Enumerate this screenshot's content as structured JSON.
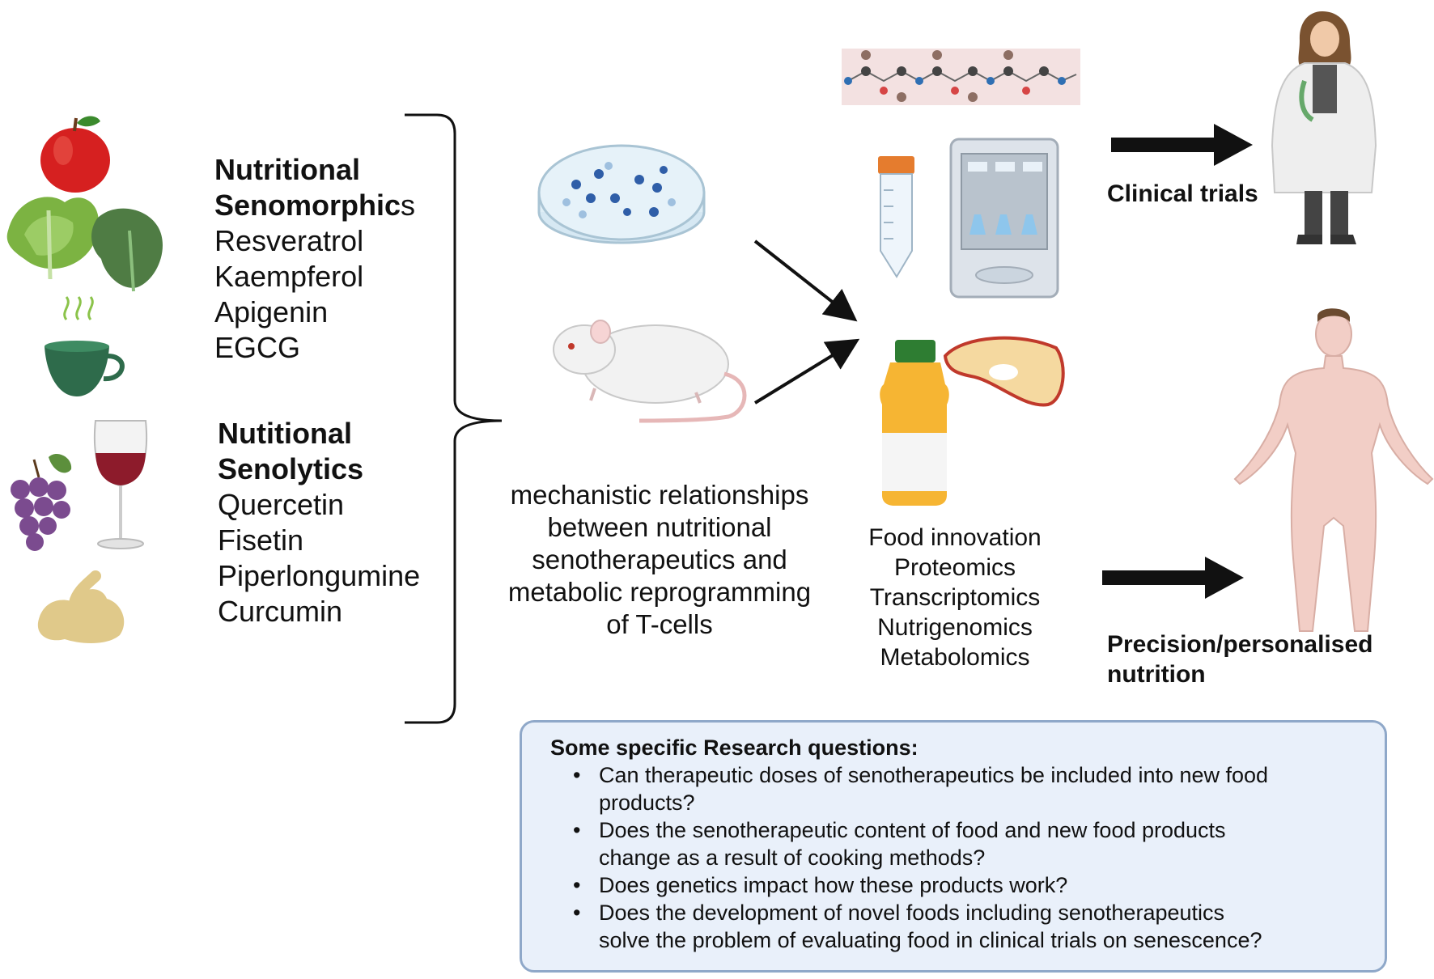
{
  "groups": {
    "senomorphics": {
      "heading_line1": "Nutritional",
      "heading_line2_bold": "Senomorphic",
      "heading_line2_regular": "s",
      "compounds": [
        "Resveratrol",
        "Kaempferol",
        "Apigenin",
        "EGCG"
      ]
    },
    "senolytics": {
      "heading_line1": "Nutitional",
      "heading_line2": "Senolytics",
      "compounds": [
        "Quercetin",
        "Fisetin",
        "Piperlongumine",
        "Curcumin"
      ]
    }
  },
  "mechanistic_text": [
    "mechanistic relationships",
    "between nutritional",
    "senotherapeutics and",
    "metabolic reprogramming",
    "of T-cells"
  ],
  "methods_list": [
    "Food innovation",
    "Proteomics",
    "Transcriptomics",
    "Nutrigenomics",
    "Metabolomics"
  ],
  "outcomes": {
    "clinical": "Clinical trials",
    "precision_line1": "Precision/personalised",
    "precision_line2": "nutrition"
  },
  "research_box": {
    "title": "Some specific Research questions:",
    "questions": [
      [
        "Can therapeutic doses of senotherapeutics be included into new food",
        "products?"
      ],
      [
        "Does the senotherapeutic content of food and new food products",
        "change as a result of cooking methods?"
      ],
      [
        "Does genetics impact how these products work?"
      ],
      [
        "Does the development of novel foods including senotherapeutics",
        "solve the problem of evaluating food in clinical trials on senescence?"
      ]
    ]
  },
  "icons": [
    "apple-icon",
    "leafy-greens-icon",
    "tea-cup-icon",
    "grapes-icon",
    "wine-glass-icon",
    "ginger-icon",
    "petri-dish-icon",
    "mouse-icon",
    "peptide-chain-icon",
    "centrifuge-tube-icon",
    "incubator-icon",
    "juice-bottle-icon",
    "dried-apple-slice-icon",
    "scientist-icon",
    "human-body-icon"
  ],
  "colors": {
    "arrow": "#111111",
    "box_border": "#8fa8c9",
    "box_fill": "#e9f0fa"
  }
}
